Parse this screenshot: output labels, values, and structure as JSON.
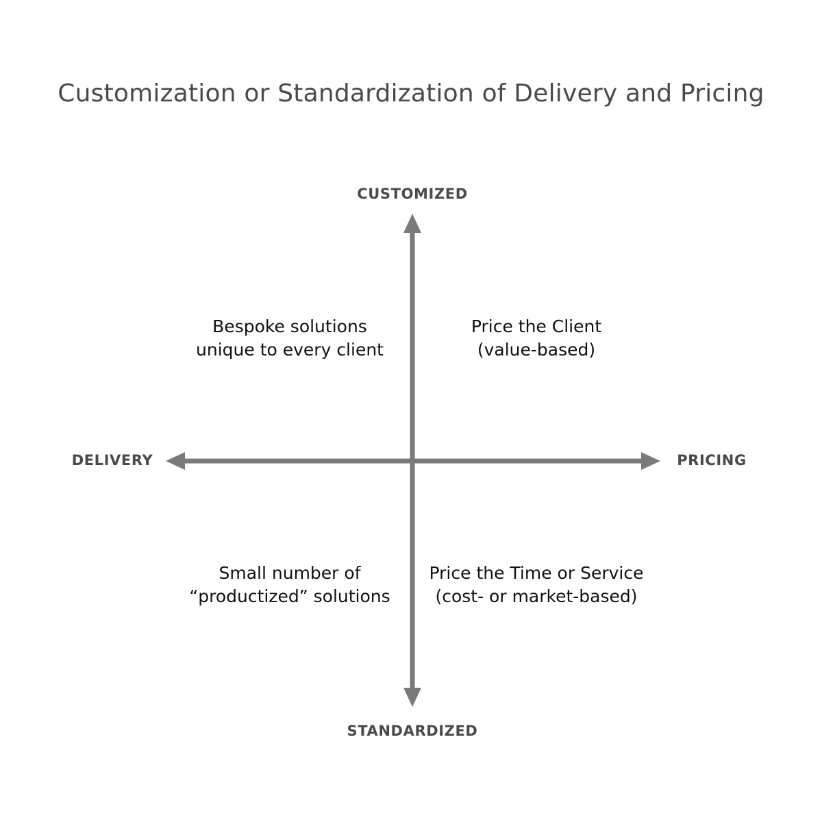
{
  "title": "Customization or Standardization of Delivery and Pricing",
  "axes": {
    "top": "CUSTOMIZED",
    "bottom": "STANDARDIZED",
    "left": "DELIVERY",
    "right": "PRICING"
  },
  "quadrants": {
    "top_left": [
      "Bespoke solutions",
      "unique to every client"
    ],
    "top_right": [
      "Price the Client",
      "(value-based)"
    ],
    "bottom_left": [
      "Small number of",
      "“productized” solutions"
    ],
    "bottom_right": [
      "Price the Time or Service",
      "(cost- or market-based)"
    ]
  },
  "colors": {
    "axis": "#7a7a7a",
    "axis_label": "#4a4a4a",
    "title": "#4a4a4a",
    "quadrant_text": "#111111"
  }
}
